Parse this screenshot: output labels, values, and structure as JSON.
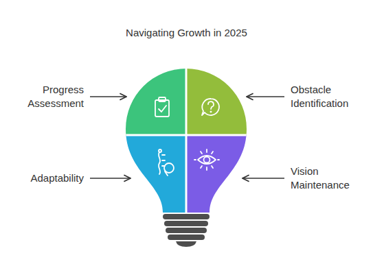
{
  "diagram": {
    "title": "Navigating Growth in 2025",
    "labels": [
      "Progress Assessment",
      "Obstacle Identification",
      "Adaptability",
      "Vision Maintenance"
    ]
  }
}
